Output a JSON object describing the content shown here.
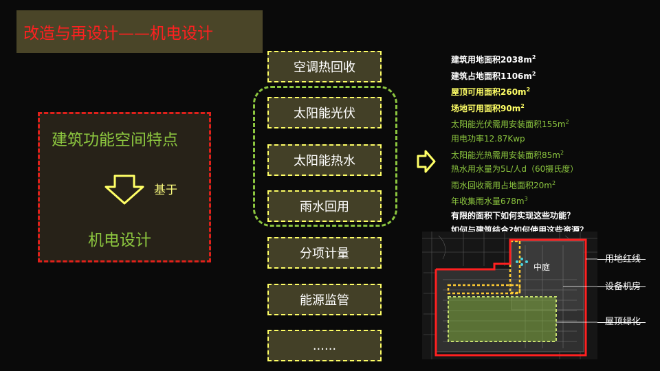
{
  "title": "改造与再设计——机电设计",
  "left_panel": {
    "heading": "建筑功能空间特点",
    "based_on": "基于",
    "footer": "机电设计"
  },
  "systems": [
    {
      "label": "空调热回收"
    },
    {
      "label": "太阳能光伏"
    },
    {
      "label": "太阳能热水"
    },
    {
      "label": "雨水回用"
    },
    {
      "label": "分项计量"
    },
    {
      "label": "能源监管"
    },
    {
      "label": "......"
    }
  ],
  "stats": {
    "building_land_area": {
      "text": "建筑用地面积2038m",
      "sup": "2"
    },
    "building_footprint": {
      "text": "建筑占地面积1106m",
      "sup": "2"
    },
    "roof_usable_area": {
      "text": "屋顶可用面积260m",
      "sup": "2"
    },
    "site_usable_area": {
      "text": "场地可用面积90m",
      "sup": "2"
    },
    "pv_install_area": {
      "text": "太阳能光伏需用安装面积155m",
      "sup": "2"
    },
    "power_rate": {
      "text": "用电功率12.87Kwp"
    },
    "solar_thermal_area": {
      "text": "太阳能光热需用安装面积85m",
      "sup": "2"
    },
    "hot_water": {
      "text": "热水用水量为5L/人d（60摄氏度）"
    },
    "rain_area": {
      "text": "雨水回收需用占地面积20m",
      "sup": "2"
    },
    "rain_volume": {
      "text": "年收集雨水量678m",
      "sup": "3"
    },
    "question_1": {
      "text": "有限的面积下如何实现这些功能？"
    },
    "question_2": {
      "text": "如何与建筑结合?如何使用这些资源？"
    }
  },
  "plan": {
    "labels": {
      "courtyard": "中庭",
      "red_line": "用地红线",
      "equipment_room": "设备机房",
      "roof_green": "屋顶绿化"
    }
  },
  "colors": {
    "background": "#0a0a0a",
    "title_red": "#ff2020",
    "green": "#8cc63f",
    "yellow": "#ffff66",
    "panel_red": "#e0201a"
  },
  "icons": {
    "down_arrow": "hollow-down-arrow-icon",
    "right_arrow": "hollow-right-arrow-icon"
  }
}
